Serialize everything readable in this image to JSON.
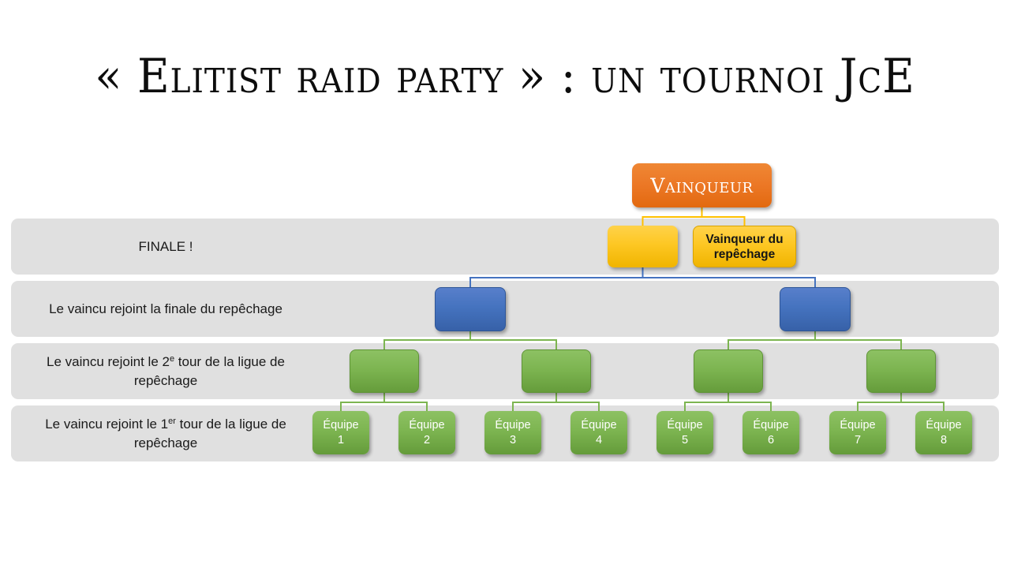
{
  "slide": {
    "title": "« Elitist raid party » : un tournoi JcE",
    "background_color": "#ffffff"
  },
  "colors": {
    "band": "#e0e0e0",
    "champion_orange": "#ec7826",
    "gold": "#fdc723",
    "blue": "#4573bf",
    "green": "#7db551",
    "connector_gold": "#ffc000",
    "connector_blue": "#4573bf",
    "connector_green": "#7db551",
    "text_dark": "#1a1a1a",
    "text_light": "#ffffff"
  },
  "rows": [
    {
      "id": "final",
      "label_prefix": "FINALE !",
      "label_sup": "",
      "label_suffix": ""
    },
    {
      "id": "semifinal",
      "label_prefix": "Le vaincu rejoint la finale du repêchage",
      "label_sup": "",
      "label_suffix": ""
    },
    {
      "id": "quarterfinal",
      "label_prefix": "Le vaincu rejoint le 2",
      "label_sup": "e",
      "label_suffix": " tour de la ligue de repêchage"
    },
    {
      "id": "round1",
      "label_prefix": "Le vaincu rejoint le 1",
      "label_sup": "er",
      "label_suffix": " tour de la ligue de repêchage"
    }
  ],
  "bracket": {
    "champion": {
      "label": "Vainqueur"
    },
    "final_slots": [
      {
        "id": "final-winner",
        "label": ""
      },
      {
        "id": "repechage-winner",
        "label": "Vainqueur du repêchage"
      }
    ],
    "semifinals": [
      {
        "id": "semi-left",
        "label": ""
      },
      {
        "id": "semi-right",
        "label": ""
      }
    ],
    "quarterfinals": [
      {
        "id": "qf-1",
        "label": ""
      },
      {
        "id": "qf-2",
        "label": ""
      },
      {
        "id": "qf-3",
        "label": ""
      },
      {
        "id": "qf-4",
        "label": ""
      }
    ],
    "teams": [
      {
        "id": "team-1",
        "name": "Équipe",
        "number": "1"
      },
      {
        "id": "team-2",
        "name": "Équipe",
        "number": "2"
      },
      {
        "id": "team-3",
        "name": "Équipe",
        "number": "3"
      },
      {
        "id": "team-4",
        "name": "Équipe",
        "number": "4"
      },
      {
        "id": "team-5",
        "name": "Équipe",
        "number": "5"
      },
      {
        "id": "team-6",
        "name": "Équipe",
        "number": "6"
      },
      {
        "id": "team-7",
        "name": "Équipe",
        "number": "7"
      },
      {
        "id": "team-8",
        "name": "Équipe",
        "number": "8"
      }
    ]
  }
}
